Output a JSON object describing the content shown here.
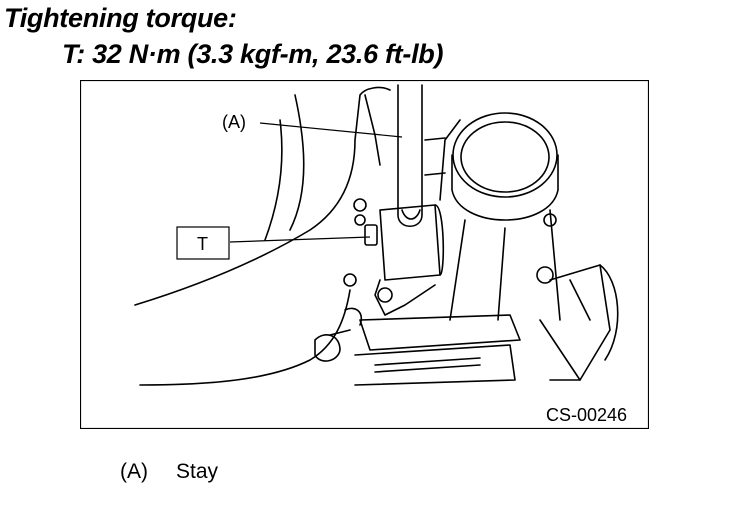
{
  "heading": "Tightening torque:",
  "torque_spec": "T: 32 N·m (3.3 kgf-m, 23.6 ft-lb)",
  "figure": {
    "callout_a": "(A)",
    "callout_t": "T",
    "figure_id": "CS-00246"
  },
  "legend": [
    {
      "key": "(A)",
      "label": "Stay"
    }
  ]
}
